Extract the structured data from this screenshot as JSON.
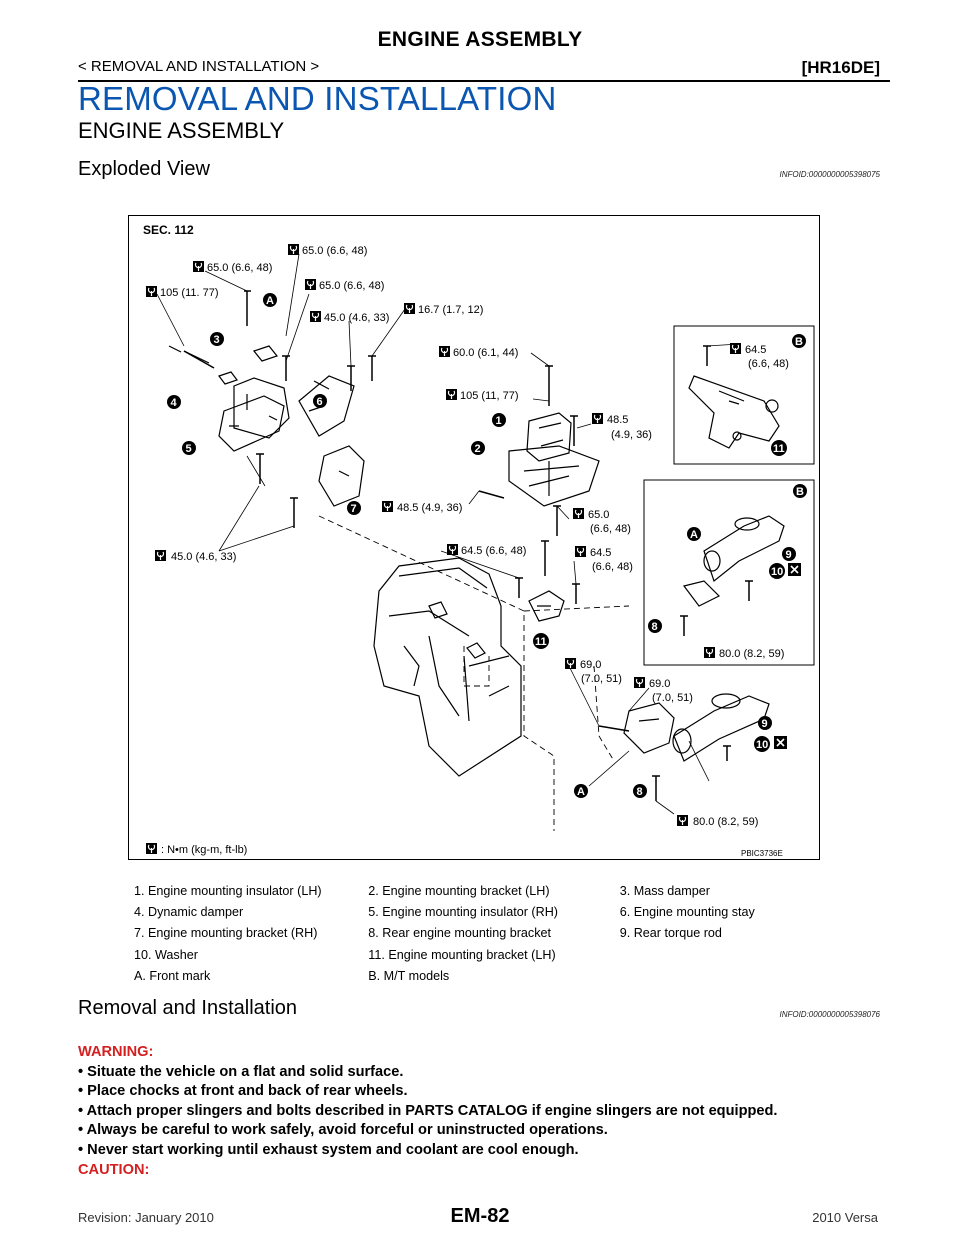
{
  "header": {
    "title": "ENGINE ASSEMBLY",
    "breadcrumb": "< REMOVAL AND INSTALLATION >",
    "engine_code": "[HR16DE]"
  },
  "section_title": "REMOVAL AND INSTALLATION",
  "subsection_title": "ENGINE ASSEMBLY",
  "exploded": {
    "heading": "Exploded View",
    "infoid": "INFOID:0000000005398075"
  },
  "figure": {
    "section": "SEC. 112",
    "code": "PBIC3736E",
    "unit_note": ": N•m (kg-m, ft-lb)",
    "torques": {
      "t1": "65.0 (6.6, 48)",
      "t2": "65.0 (6.6, 48)",
      "t3": "105 (11. 77)",
      "t4": "65.0 (6.6, 48)",
      "t5": "45.0 (4.6, 33)",
      "t6": "16.7 (1.7, 12)",
      "t7": "60.0 (6.1, 44)",
      "t8": "105 (11, 77)",
      "t9a": "48.5",
      "t9b": "(4.9, 36)",
      "t10": "48.5 (4.9, 36)",
      "t11a": "65.0",
      "t11b": "(6.6, 48)",
      "t12": "64.5 (6.6, 48)",
      "t13a": "64.5",
      "t13b": "(6.6, 48)",
      "t14": "45.0 (4.6, 33)",
      "t15a": "69.0",
      "t15b": "(7.0, 51)",
      "t16a": "69.0",
      "t16b": "(7.0, 51)",
      "t17": "80.0 (8.2, 59)",
      "t18a": "64.5",
      "t18b": "(6.6, 48)",
      "t19": "80.0 (8.2, 59)"
    },
    "callouts": {
      "c1": "1",
      "c2": "2",
      "c3": "3",
      "c4": "4",
      "c5": "5",
      "c6": "6",
      "c7": "7",
      "c8": "8",
      "c9": "9",
      "c10": "10",
      "c11": "11",
      "ca": "A",
      "cb": "B"
    }
  },
  "legend": [
    [
      "1.  Engine mounting insulator (LH)",
      "2.  Engine mounting bracket (LH)",
      "3.  Mass damper"
    ],
    [
      "4.  Dynamic damper",
      "5.  Engine mounting insulator (RH)",
      "6.  Engine mounting stay"
    ],
    [
      "7.  Engine mounting bracket (RH)",
      "8.  Rear engine mounting bracket",
      "9.  Rear torque rod"
    ],
    [
      "10.  Washer",
      "11.  Engine mounting bracket (LH)",
      ""
    ],
    [
      "A.  Front mark",
      "B.  M/T models",
      ""
    ]
  ],
  "removal": {
    "heading": "Removal and Installation",
    "infoid": "INFOID:0000000005398076"
  },
  "warning": {
    "label": "WARNING:",
    "items": [
      "•  Situate the vehicle on a flat and solid surface.",
      "•  Place chocks at front and back of rear wheels.",
      "•  Attach proper slingers and bolts described in PARTS CATALOG if engine slingers are not equipped.",
      "•  Always be careful to work safely, avoid forceful or uninstructed operations.",
      "•  Never start working until exhaust system and coolant are cool enough."
    ],
    "caution_label": "CAUTION:"
  },
  "footer": {
    "revision": "Revision: January 2010",
    "page": "EM-82",
    "model": "2010 Versa"
  },
  "colors": {
    "heading_blue": "#0a56b0",
    "warning_red": "#d42020"
  }
}
